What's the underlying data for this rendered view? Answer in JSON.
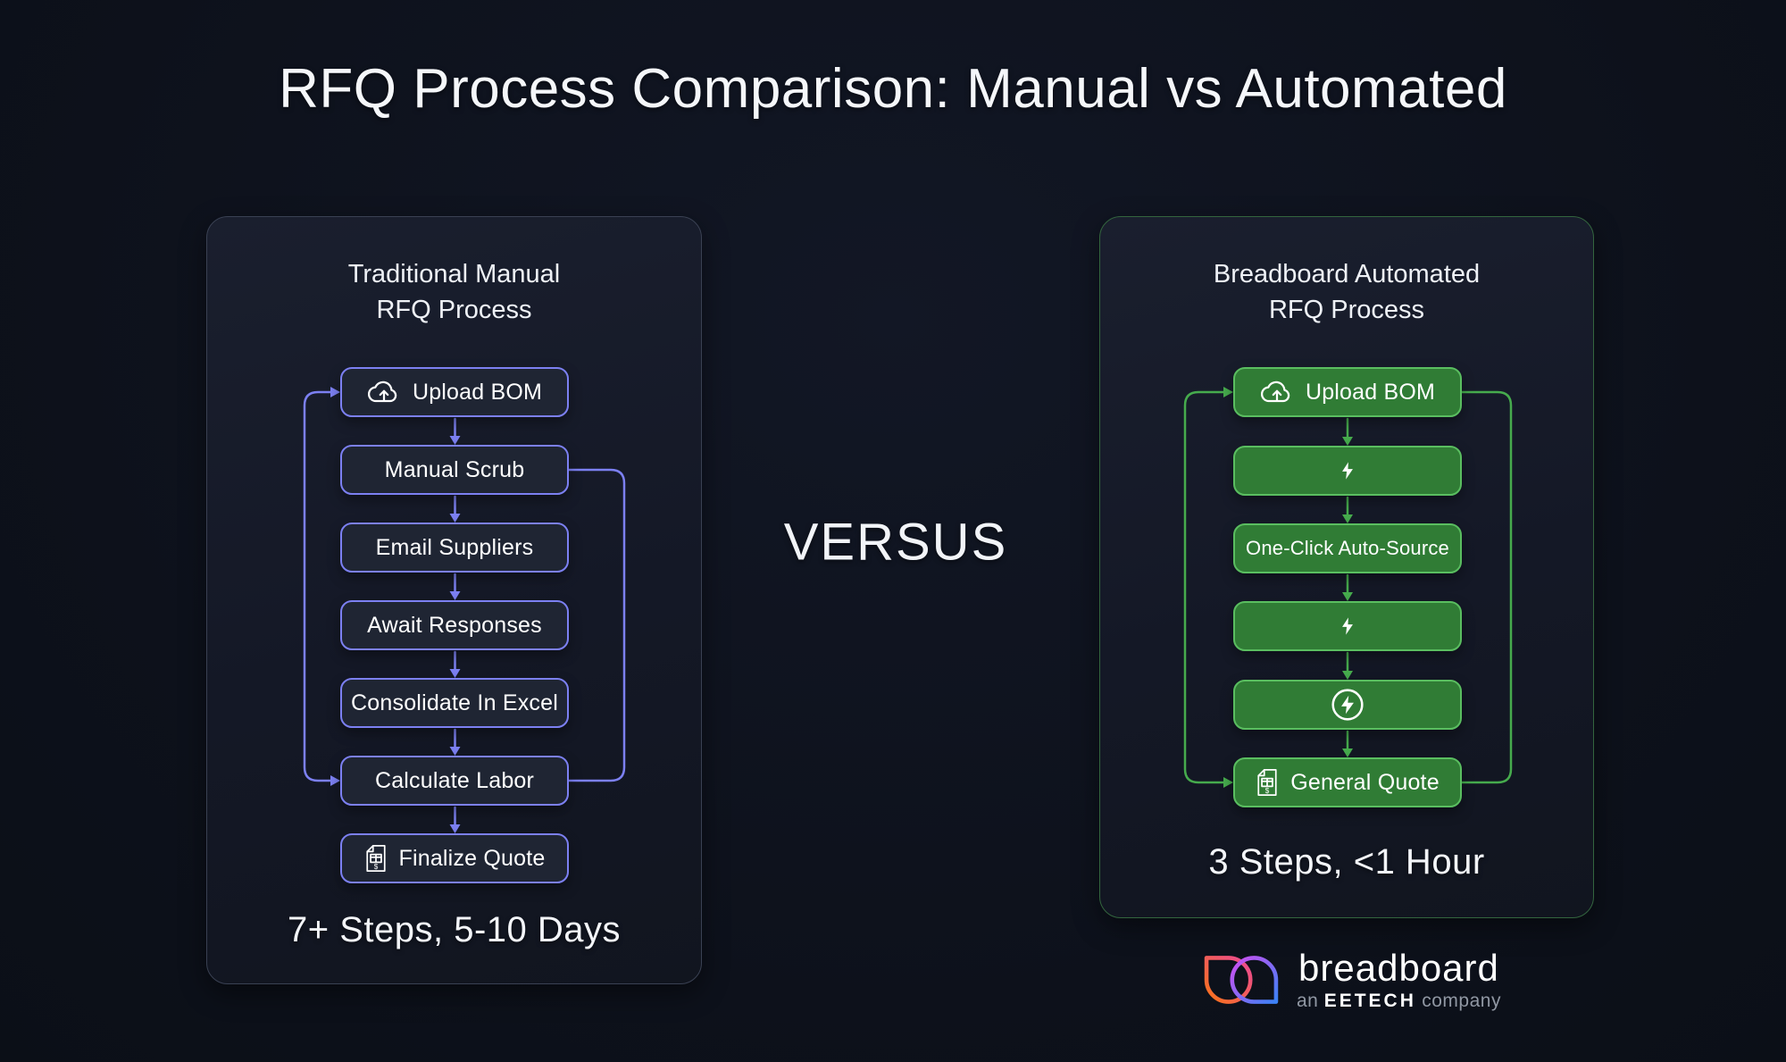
{
  "title": "RFQ Process Comparison: Manual vs Automated",
  "versus": "VERSUS",
  "colors": {
    "page_bg": "#0d111b",
    "panel_bg": "#141826",
    "left_panel_border": "#3a4153",
    "right_panel_border": "#33653e",
    "accent_purple": "#7c80f2",
    "accent_green": "#46ab4d",
    "green_box_fill": "#307c35",
    "green_box_border": "#5abe60",
    "navy_box_fill": "#1f2533",
    "text_primary": "#ffffff",
    "text_muted": "#9097a3"
  },
  "panels": {
    "left": {
      "title_line1": "Traditional Manual",
      "title_line2": "RFQ Process",
      "steps": [
        {
          "label": "Upload BOM",
          "icon": "cloud-upload"
        },
        {
          "label": "Manual Scrub",
          "icon": ""
        },
        {
          "label": "Email Suppliers",
          "icon": ""
        },
        {
          "label": "Await Responses",
          "icon": ""
        },
        {
          "label": "Consolidate In Excel",
          "icon": ""
        },
        {
          "label": "Calculate Labor",
          "icon": ""
        },
        {
          "label": "Finalize Quote",
          "icon": "invoice"
        }
      ],
      "caption": "7+ Steps, 5-10 Days"
    },
    "right": {
      "title_line1": "Breadboard Automated",
      "title_line2": "RFQ Process",
      "steps": [
        {
          "label": "Upload BOM",
          "icon": "cloud-upload"
        },
        {
          "label": "",
          "icon": "lightning"
        },
        {
          "label": "One-Click Auto-Source",
          "icon": ""
        },
        {
          "label": "",
          "icon": "lightning"
        },
        {
          "label": "",
          "icon": "lightning-circle"
        },
        {
          "label": "General Quote",
          "icon": "invoice"
        }
      ],
      "caption": "3 Steps, <1 Hour"
    }
  },
  "footer": {
    "brand": "breadboard",
    "tagline_prefix": "an",
    "tagline_brand": "EETECH",
    "tagline_suffix": "company"
  }
}
